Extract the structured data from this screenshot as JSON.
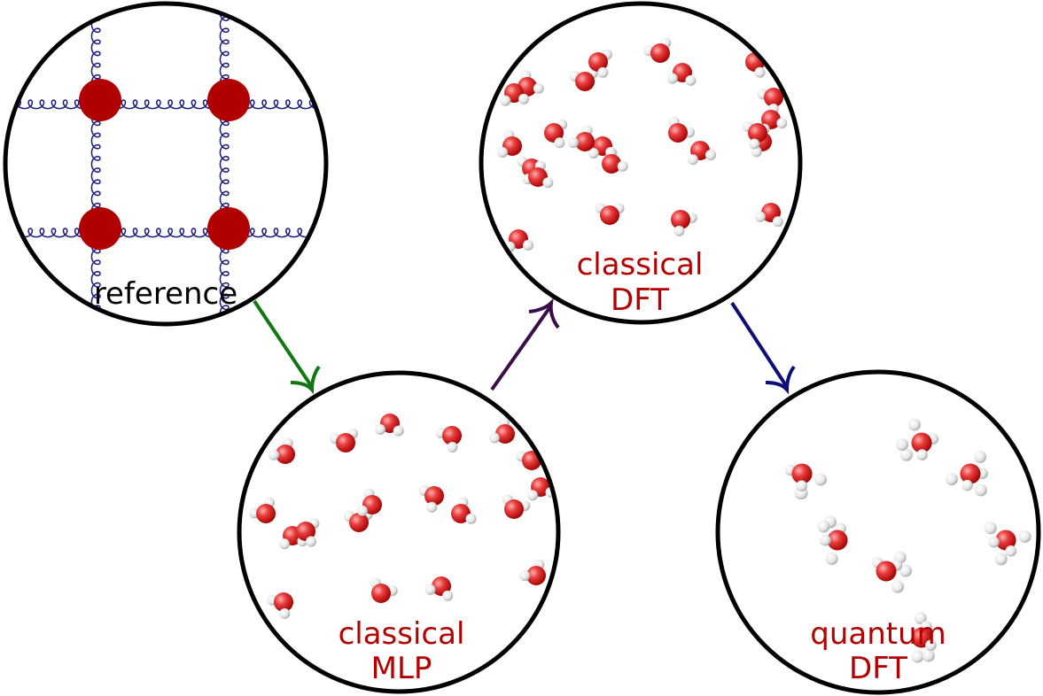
{
  "panels": {
    "reference": {
      "label": "reference"
    },
    "classical_mlp": {
      "line1": "classical",
      "line2": "MLP"
    },
    "classical_dft": {
      "line1": "classical",
      "line2": "DFT"
    },
    "quantum_dft": {
      "line1": "quantum",
      "line2": "DFT"
    }
  },
  "colors": {
    "label_red": "#b30000",
    "label_black": "#000000",
    "atom_red": "#b00000",
    "spring_blue": "#1a1a80",
    "arrow_green": "#117711",
    "arrow_purple": "#3a0d4a",
    "arrow_navy": "#0d0d77",
    "oxygen": "#e03030",
    "hydrogen": "#f0f0f0"
  }
}
